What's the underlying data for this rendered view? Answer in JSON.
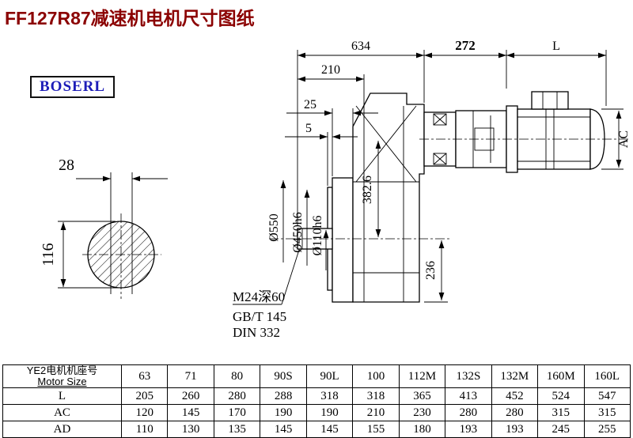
{
  "page": {
    "title": "FF127R87减速机电机尺寸图纸",
    "logo_text": "BOSERL"
  },
  "drawing": {
    "dims": {
      "len_total": "634",
      "len_adapter": "272",
      "len_motor": "L",
      "len_210": "210",
      "gap_25": "25",
      "gap_5": "5",
      "key_w": "28",
      "key_h": "116",
      "dia_flange": "Ø550",
      "dia_spigot": "Ø450h6",
      "dia_shaft": "Ø110h6",
      "height_382": "382.6",
      "height_236": "236",
      "motor_ac": "AC"
    },
    "notes": {
      "thread": "M24深60",
      "std_gb": "GB/T 145",
      "std_din": "DIN 332"
    }
  },
  "table": {
    "header": {
      "label_cn": "YE2电机机座号",
      "label_en": "Motor Size",
      "sizes": [
        "63",
        "71",
        "80",
        "90S",
        "90L",
        "100",
        "112M",
        "132S",
        "132M",
        "160M",
        "160L"
      ]
    },
    "rows": [
      {
        "label": "L",
        "values": [
          "205",
          "260",
          "280",
          "288",
          "318",
          "318",
          "365",
          "413",
          "452",
          "524",
          "547"
        ]
      },
      {
        "label": "AC",
        "values": [
          "120",
          "145",
          "170",
          "190",
          "190",
          "210",
          "230",
          "280",
          "280",
          "315",
          "315"
        ]
      },
      {
        "label": "AD",
        "values": [
          "110",
          "130",
          "135",
          "145",
          "145",
          "155",
          "180",
          "193",
          "193",
          "245",
          "255"
        ]
      }
    ]
  }
}
